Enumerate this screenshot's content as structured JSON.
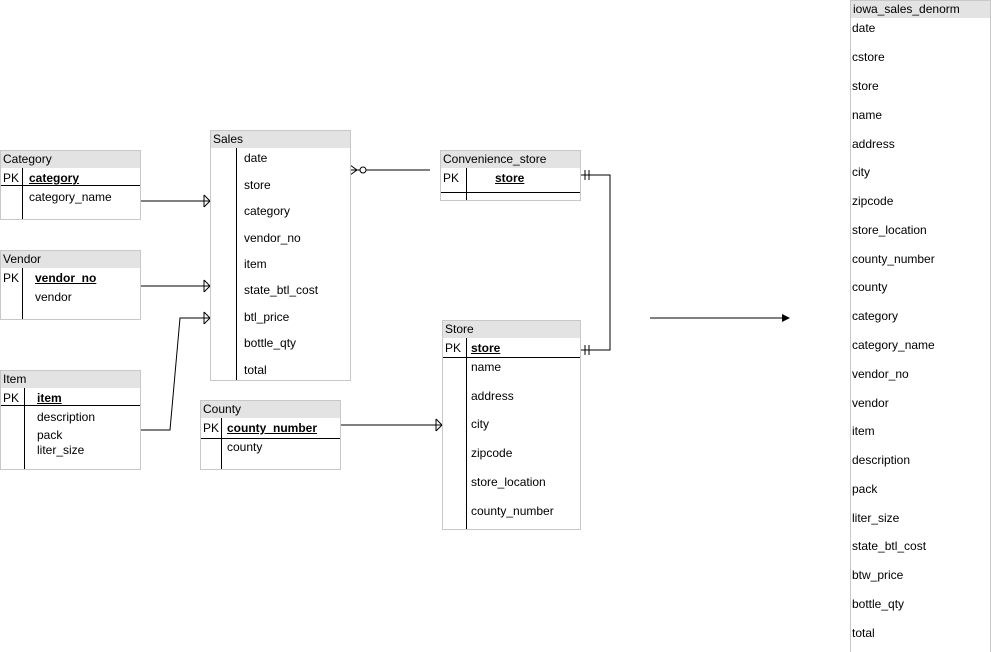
{
  "tables": {
    "category": {
      "title": "Category",
      "pk_label": "PK",
      "pk": "category",
      "fields": [
        "category_name"
      ]
    },
    "vendor": {
      "title": "Vendor",
      "pk_label": "PK",
      "pk": "vendor_no",
      "fields": [
        "vendor"
      ]
    },
    "item": {
      "title": "Item",
      "pk_label": "PK",
      "pk": "item",
      "fields": [
        "description",
        "pack",
        "liter_size"
      ]
    },
    "sales": {
      "title": "Sales",
      "fields": [
        "date",
        "store",
        "category",
        "vendor_no",
        "item",
        "state_btl_cost",
        "btl_price",
        "bottle_qty",
        "total"
      ]
    },
    "county": {
      "title": "County",
      "pk_label": "PK",
      "pk": "county_number",
      "fields": [
        "county"
      ]
    },
    "convenience_store": {
      "title": "Convenience_store",
      "pk_label": "PK",
      "pk": "store"
    },
    "store": {
      "title": "Store",
      "pk_label": "PK",
      "pk": "store",
      "fields": [
        "name",
        "address",
        "city",
        "zipcode",
        "store_location",
        "county_number"
      ]
    },
    "denorm": {
      "title": "iowa_sales_denorm",
      "fields": [
        "date",
        "cstore",
        "store",
        "name",
        "address",
        "city",
        "zipcode",
        "store_location",
        "county_number",
        "county",
        "category",
        "category_name",
        "vendor_no",
        "vendor",
        "item",
        "description",
        "pack",
        "liter_size",
        "state_btl_cost",
        "btw_price",
        "bottle_qty",
        "total"
      ]
    }
  }
}
